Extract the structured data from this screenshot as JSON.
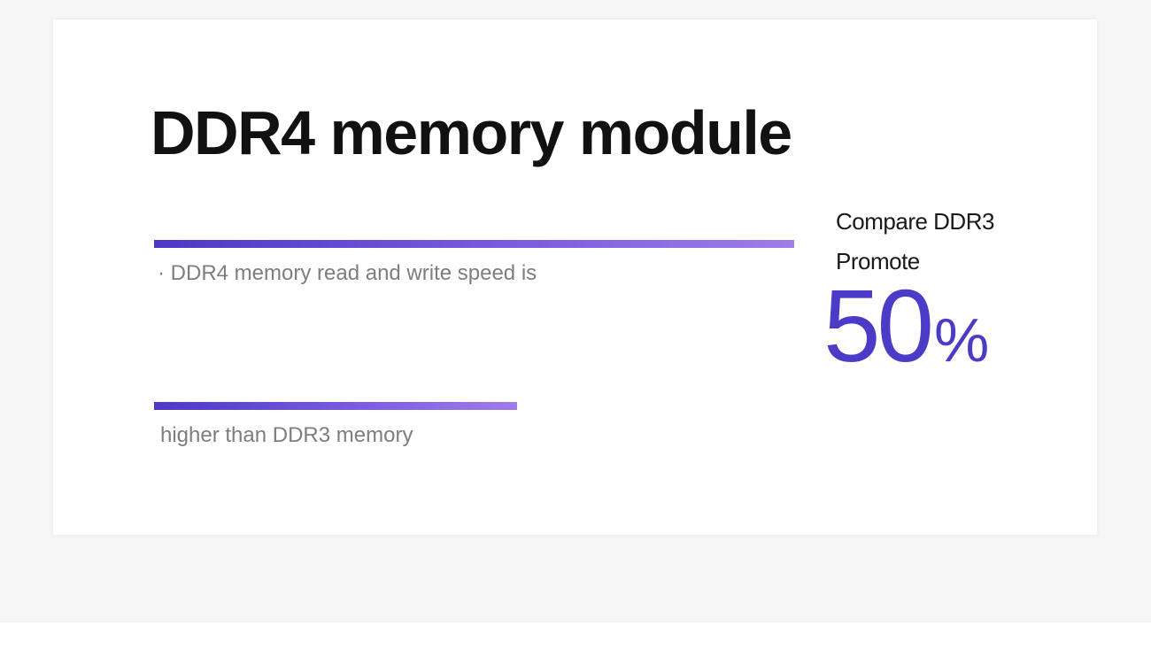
{
  "card": {
    "title": "DDR4 memory module",
    "line1": "· DDR4 memory read and write speed is",
    "line2": "higher than  DDR3 memory",
    "stat": {
      "label1": "Compare DDR3",
      "label2": "Promote",
      "value": "50",
      "unit": "%"
    }
  },
  "colors": {
    "accent": "#4b3bc7",
    "bar_gradient_start": "#4c38c6",
    "bar_gradient_end": "#a07ce8",
    "title": "#111111",
    "muted_text": "#7d7d82",
    "page_background": "#f6f6f6",
    "card_background": "#ffffff"
  }
}
